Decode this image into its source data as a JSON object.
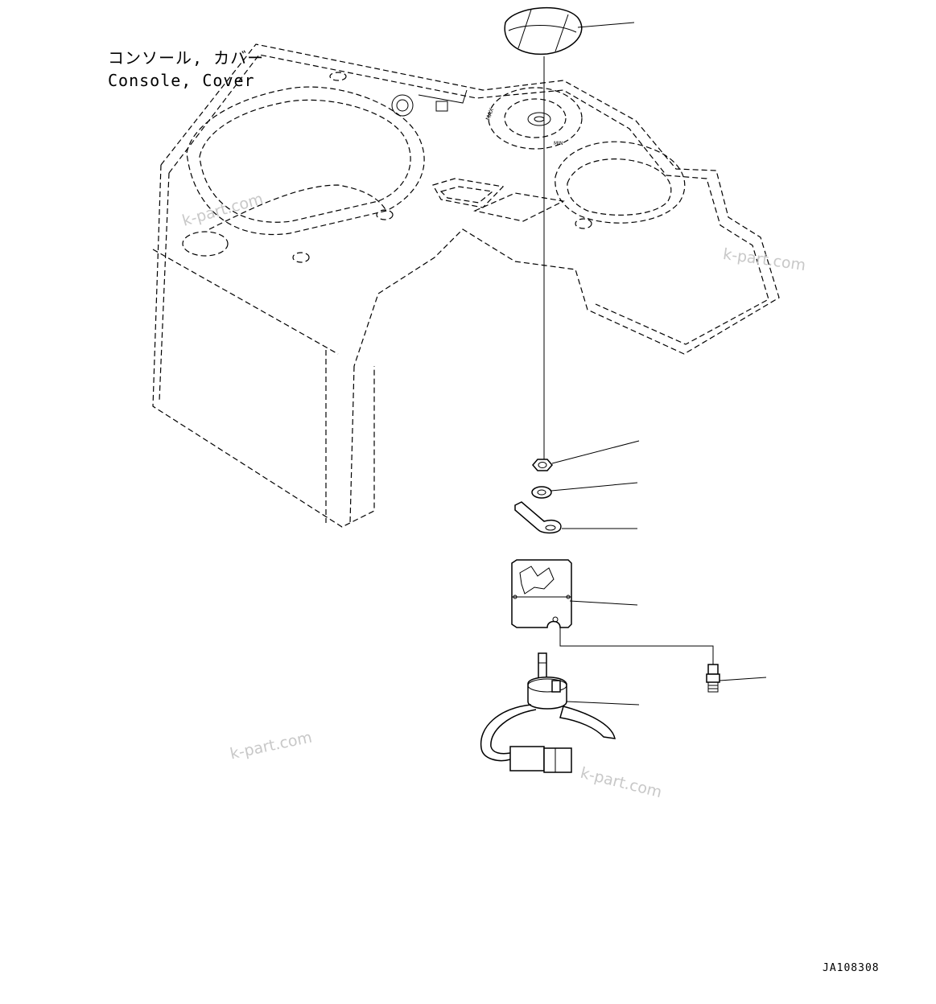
{
  "diagram": {
    "label_japanese": "コンソール, カバー",
    "label_english": "Console, Cover",
    "drawing_number": "JA108308",
    "watermarks": [
      "k-part.com",
      "k-part.com",
      "k-part.com",
      "k-part.com"
    ],
    "parts": [
      {
        "name": "knob-cap",
        "icon": "knob-cap-icon"
      },
      {
        "name": "nut",
        "icon": "nut-icon"
      },
      {
        "name": "washer",
        "icon": "washer-icon"
      },
      {
        "name": "lock-plate",
        "icon": "lock-plate-icon"
      },
      {
        "name": "bracket-plate",
        "icon": "bracket-plate-icon"
      },
      {
        "name": "bolt",
        "icon": "bolt-icon"
      },
      {
        "name": "potentiometer",
        "icon": "potentiometer-icon"
      }
    ]
  }
}
